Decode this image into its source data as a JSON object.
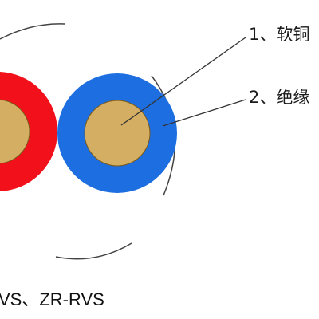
{
  "diagram": {
    "labels": [
      {
        "number": "1、",
        "text": "软铜"
      },
      {
        "number": "2、",
        "text": "绝缘"
      }
    ],
    "model_text": "VS、ZR-RVS",
    "colors": {
      "red_insulation": "#f2101a",
      "blue_insulation": "#1d6ee0",
      "copper_core": "#d4ae62",
      "copper_outline": "#7a5a1a",
      "lines": "#333333"
    }
  }
}
